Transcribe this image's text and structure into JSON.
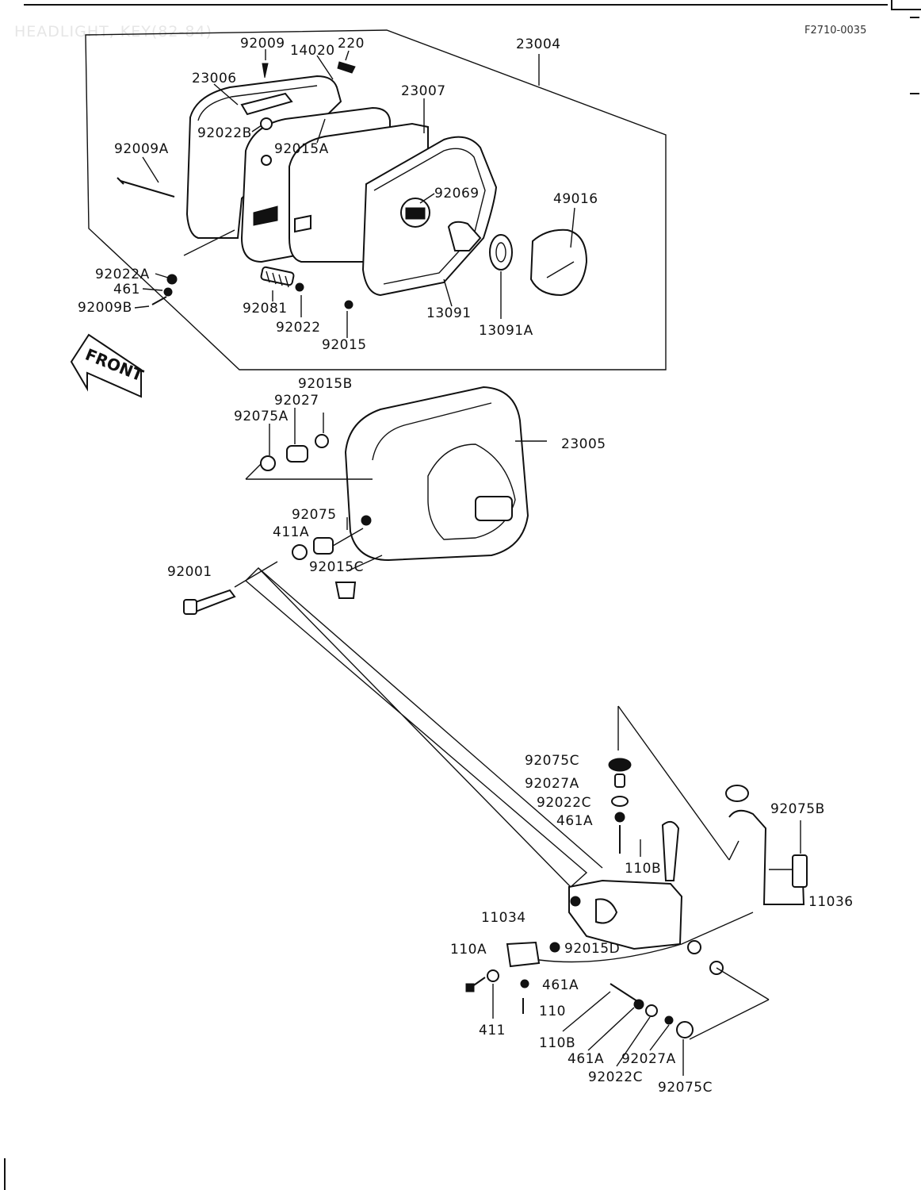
{
  "header": {
    "title": "HEADLIGHT, KEY(82-84)",
    "ref_code": "F2710-0035"
  },
  "front_marker": "FRONT",
  "part_labels": [
    "92009",
    "14020",
    "220",
    "23004",
    "23006",
    "23007",
    "92022B",
    "92015A",
    "92009A",
    "92069",
    "49016",
    "92022A",
    "461",
    "92009B",
    "92081",
    "92022",
    "13091",
    "13091A",
    "92015",
    "92015B",
    "92027",
    "92075A",
    "23005",
    "92075",
    "411A",
    "92015C",
    "92001",
    "92075C",
    "92027A",
    "92022C",
    "461A",
    "110B",
    "92075B",
    "11036",
    "11034",
    "110A",
    "92015D",
    "461A",
    "110",
    "411",
    "110B",
    "461A",
    "92027A",
    "92022C",
    "92075C"
  ],
  "colors": {
    "ink": "#111111",
    "paper": "#ffffff",
    "faded_header": "#e6e6e6"
  }
}
